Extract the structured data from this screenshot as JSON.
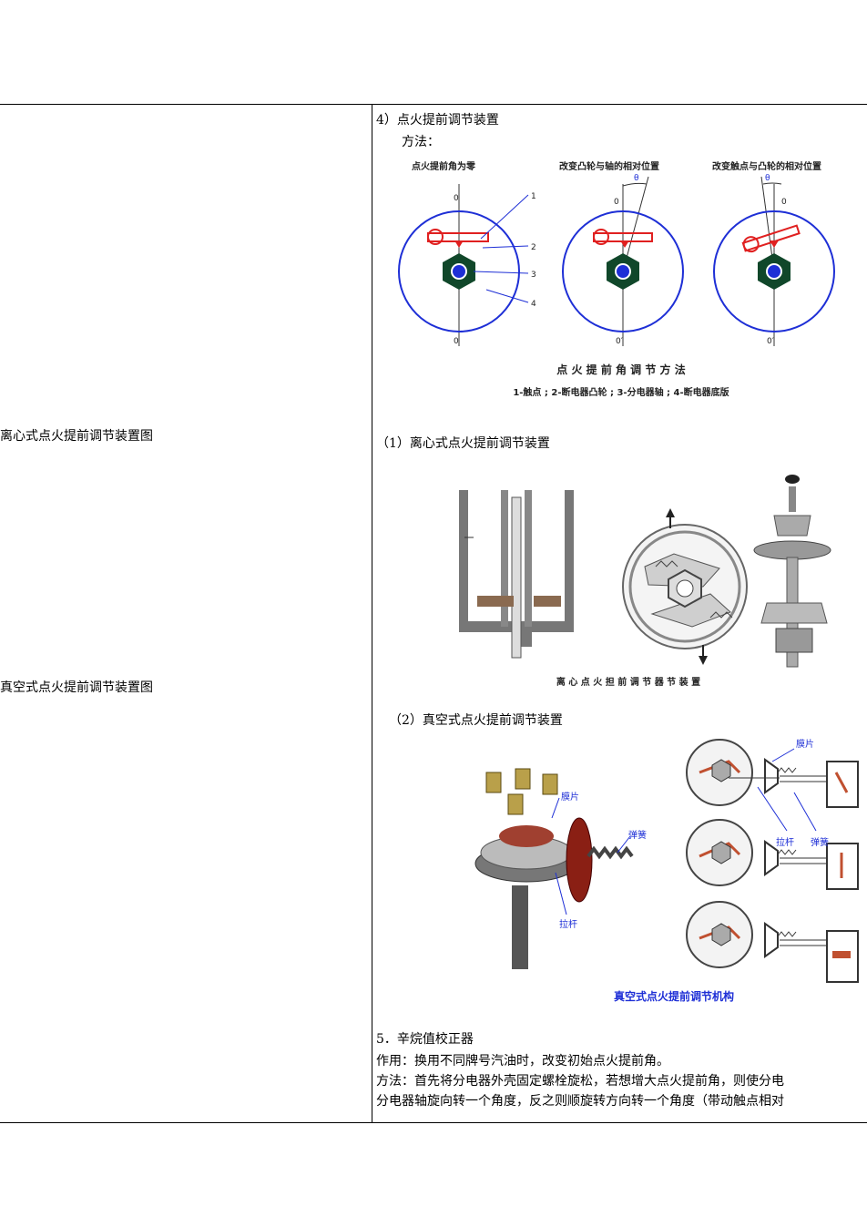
{
  "left_column": {
    "caption_centrifugal": "离心式点火提前调节装置图",
    "caption_vacuum": "真空式点火提前调节装置图"
  },
  "section4": {
    "heading": "4）点火提前调节装置",
    "method": "方法："
  },
  "figure_method": {
    "title_1": "点火提前角为零",
    "title_2": "改变凸轮与轴的相对位置",
    "title_3": "改变触点与凸轮的相对位置",
    "theta": "θ",
    "zero": "0",
    "zero_prime": "0′",
    "callouts": [
      "1",
      "2",
      "3",
      "4"
    ],
    "caption": "点 火 提 前 角 调 节 方 法",
    "legend": "1-触点 ;   2-断电器凸轮 ;   3-分电器轴 ;   4-断电器底版",
    "colors": {
      "ring": "#1e2fd6",
      "hex_nut": "#10472a",
      "contact": "#e02020",
      "shaft": "#1e2fd6"
    }
  },
  "sub1": {
    "heading": "（1）离心式点火提前调节装置"
  },
  "figure_centrifugal": {
    "caption": "离 心 点 火 担 前 调 节 器 节 装 置"
  },
  "sub2": {
    "heading": "（2）真空式点火提前调节装置"
  },
  "figure_vacuum": {
    "label_diaphragm": "膜片",
    "label_spring": "弹簧",
    "label_rod": "拉杆",
    "label_diaphragm_right": "膜片",
    "label_rod_right": "拉杆",
    "label_spring_right": "弹簧",
    "caption": "真空式点火提前调节机构",
    "colors": {
      "label": "#1e2fd6",
      "caption": "#1e2fd6"
    }
  },
  "section5": {
    "heading": "5．辛烷值校正器",
    "purpose": "作用：换用不同牌号汽油时，改变初始点火提前角。",
    "method_line1": "方法：首先将分电器外壳固定螺栓旋松，若想增大点火提前角，则使分电",
    "method_line2": "分电器轴旋向转一个角度，反之则顺旋转方向转一个角度（带动触点相对"
  }
}
